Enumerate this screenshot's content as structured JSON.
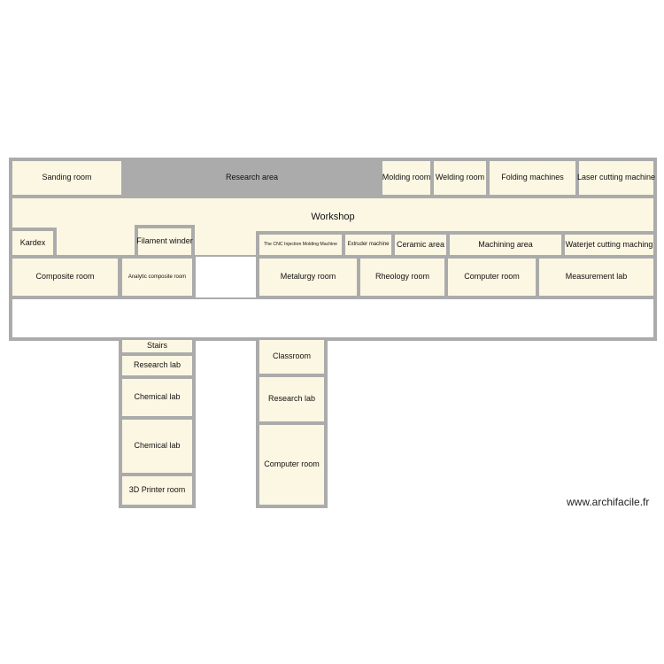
{
  "rooms": {
    "sanding_room": "Sanding room",
    "research_area": "Research area",
    "molding_room": "Molding room",
    "welding_room": "Welding room",
    "folding_machines": "Folding machines",
    "laser_cutting_machine": "Laser cutting machine",
    "workshop": "Workshop",
    "kardex": "Kardex",
    "filament_winder": "Filament winder",
    "cnc_injection_molding_machine": "The CNC Injection Molding Machine",
    "extruder_machine": "Extruder machine",
    "ceramic_area": "Ceramic area",
    "machining_area": "Machining area",
    "waterjet_cutting_machine": "Waterjet cutting maching",
    "composite_room": "Composite room",
    "analytic_composite_room": "Analytic composite room",
    "metalurgy_room": "Metalurgy room",
    "rheology_room": "Rheology room",
    "computer_room_top": "Computer room",
    "measurement_lab": "Measurement lab",
    "stairs": "Stairs",
    "research_lab_left": "Research lab",
    "chemical_lab_1": "Chemical lab",
    "chemical_lab_2": "Chemical lab",
    "printer_room": "3D Printer room",
    "classroom": "Classroom",
    "research_lab_right": "Research lab",
    "computer_room_bottom": "Computer room"
  },
  "watermark": "www.archifacile.fr",
  "colors": {
    "wall": "#ababab",
    "room_fill": "#fcf7e3",
    "background": "#ffffff"
  }
}
